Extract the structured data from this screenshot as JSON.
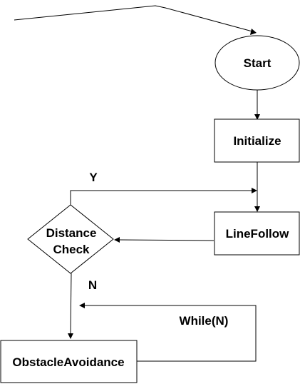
{
  "nodes": {
    "start": {
      "label": "Start",
      "shape": "ellipse"
    },
    "initialize": {
      "label": "Initialize",
      "shape": "rectangle"
    },
    "line_follow": {
      "label": "LineFollow",
      "shape": "rectangle"
    },
    "distance_check": {
      "label_line1": "Distance",
      "label_line2": "Check",
      "shape": "diamond"
    },
    "obstacle_avoidance": {
      "label": "ObstacleAvoidance",
      "shape": "rectangle"
    }
  },
  "edges": {
    "yes_label": "Y",
    "no_label": "N",
    "while_label": "While(N)"
  },
  "colors": {
    "stroke": "#000000",
    "fill": "#ffffff"
  }
}
